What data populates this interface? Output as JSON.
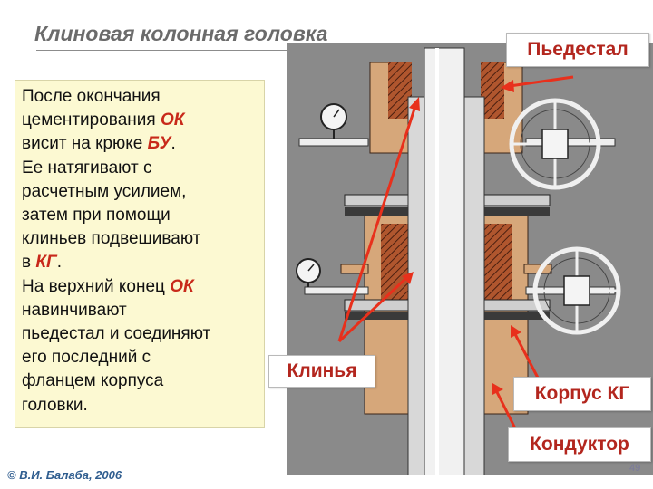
{
  "title": "Клиновая колонная головка",
  "text": {
    "l1": "После окончания\nцементирования ",
    "h1": "ОК",
    "l2": "\nвисит  на крюке ",
    "h2": "БУ",
    "l3": ".\nЕе  натягивают с\nрасчетным усилием,\nзатем при помощи\nклиньев подвешивают\nв ",
    "h3": "КГ",
    "l4": ".\nНа верхний конец ",
    "h4": "ОК",
    "l5": "\nнавинчивают\nпьедестал и соединяют\nего последний с\nфланцем корпуса\nголовки."
  },
  "labels": {
    "pedestal": "Пьедестал",
    "wedges": "Клинья",
    "body": "Корпус КГ",
    "conductor": "Кондуктор"
  },
  "footer": "©  В.И. Балаба, 2006",
  "page_number": "49",
  "colors": {
    "accent_red": "#c8291a",
    "arrow_red": "#e8301c",
    "text_box_bg": "#fcf9d2",
    "drawing_bg": "#8a8a8a",
    "metal_tan": "#d6a77a"
  }
}
